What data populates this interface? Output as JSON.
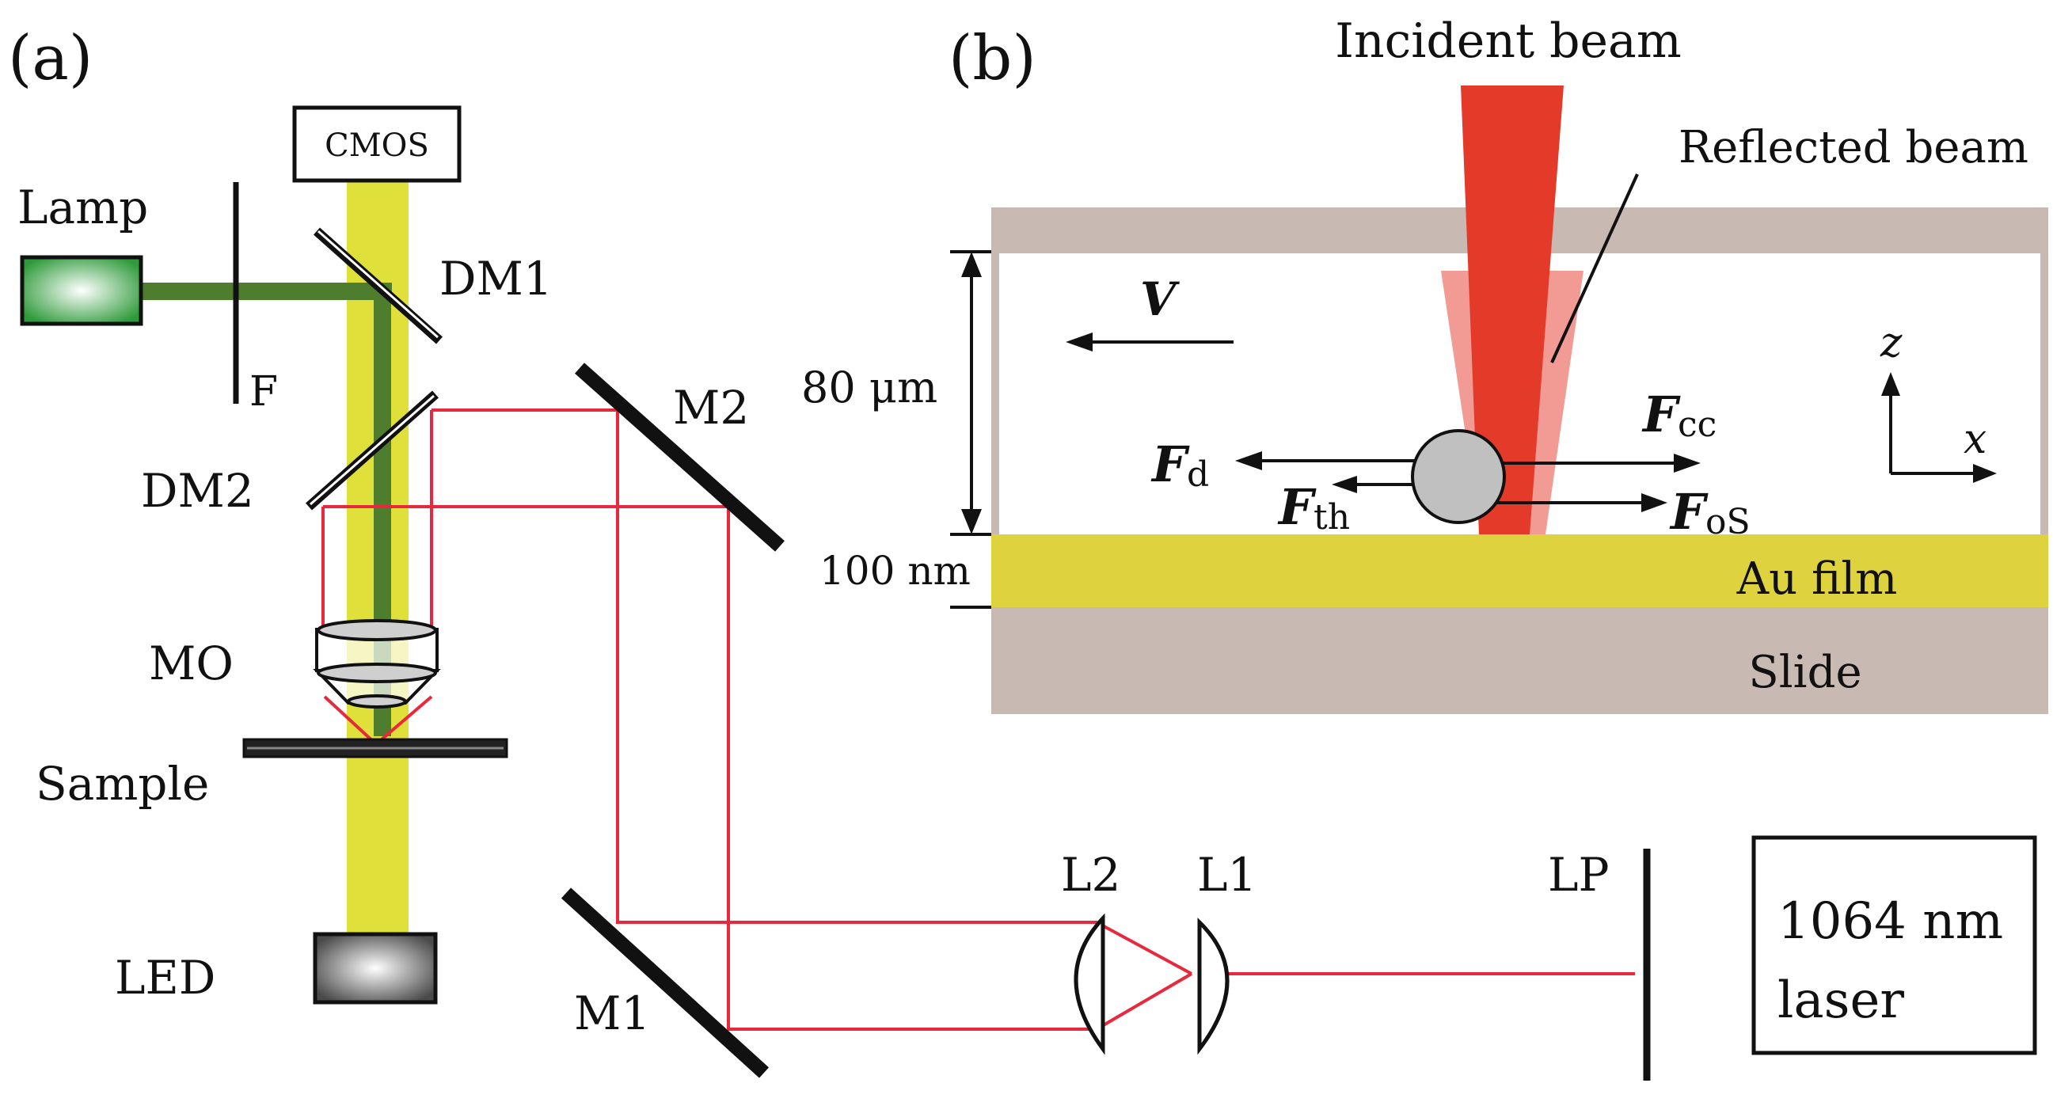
{
  "panel_a": {
    "label": "(a)",
    "cmos": "CMOS",
    "lamp": "Lamp",
    "f": "F",
    "dm1": "DM1",
    "dm2": "DM2",
    "m2": "M2",
    "m1": "M1",
    "mo": "MO",
    "sample": "Sample",
    "led": "LED",
    "l2": "L2",
    "l1": "L1",
    "lp": "LP",
    "laser_line1": "1064 nm",
    "laser_line2": "laser"
  },
  "panel_b": {
    "label": "(b)",
    "incident_beam": "Incident beam",
    "reflected_beam": "Reflected beam",
    "v": "V",
    "height": "80 μm",
    "film_thickness": "100 nm",
    "au_film": "Au film",
    "slide": "Slide",
    "axis_z": "z",
    "axis_x": "x",
    "f_d": "F",
    "f_d_sub": "d",
    "f_th": "F",
    "f_th_sub": "th",
    "f_cc": "F",
    "f_cc_sub": "cc",
    "f_os": "F",
    "f_os_sub": "oS"
  },
  "colors": {
    "laser_red": "#e8283c",
    "visible_yellow": "#e0e03a",
    "illum_green": "#4e7d2e",
    "au_film": "#dfd23f",
    "glass": "#c9b9b3",
    "incident": "#e43a2a",
    "reflected": "#f09088",
    "particle": "#c0c0c0"
  }
}
